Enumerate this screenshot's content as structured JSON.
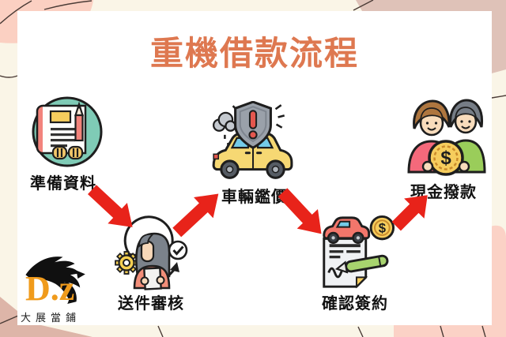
{
  "title": "重機借款流程",
  "steps": [
    {
      "label": "準備資料",
      "icon": "documents-pencil-icon"
    },
    {
      "label": "送件審核",
      "icon": "person-review-icon"
    },
    {
      "label": "車輛鑑價",
      "icon": "car-shield-appraisal-icon"
    },
    {
      "label": "確認簽約",
      "icon": "contract-sign-icon"
    },
    {
      "label": "現金撥款",
      "icon": "people-cash-coin-icon"
    }
  ],
  "arrows": {
    "color": "#E8231A"
  },
  "logo": {
    "brand": "D.z",
    "company": "大展當鋪"
  },
  "palette": {
    "title_orange": "#DE7850",
    "card_white": "#FFFFFF",
    "background_cream": "#FAF5E7",
    "blob_pink": "#FBD0C2",
    "blob_mauve": "#DFBFB3",
    "label_black": "#111111",
    "icon_teal": "#7FCBB6",
    "icon_yellow": "#F6CD5D",
    "icon_coral": "#F28E79",
    "icon_red": "#E4574E",
    "icon_green": "#9ACD5A",
    "icon_blue": "#74CBE8",
    "icon_gray": "#9AA1AA",
    "logo_orange": "#F09B1C"
  }
}
